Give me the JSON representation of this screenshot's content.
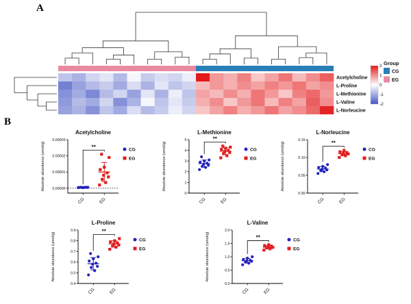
{
  "figure": {
    "panel_a_label": "A",
    "panel_b_label": "B"
  },
  "colors": {
    "cg_marker": "#2222bb",
    "eg_marker": "#e01f1f",
    "group_cg": "#2a7fb8",
    "group_eg": "#e88aa2"
  },
  "chart_data": [
    {
      "type": "heatmap",
      "row_labels": [
        "Acetylcholine",
        "L-Proline",
        "L-Methionine",
        "L-Valine",
        "L-Norleucine"
      ],
      "column_groups": [
        {
          "name": "EG",
          "color": "#e88aa2",
          "n": 10
        },
        {
          "name": "CG",
          "color": "#2a7fb8",
          "n": 10
        }
      ],
      "value_range": [
        -2,
        2
      ],
      "scale_ticks": [
        "2",
        "1",
        "0",
        "-1",
        "-2"
      ],
      "legend_group_title": "Group",
      "legend_entries": [
        {
          "label": "CG",
          "color": "#2a7fb8"
        },
        {
          "label": "EG",
          "color": "#e88aa2"
        }
      ],
      "values": [
        [
          -0.7,
          -0.9,
          -0.5,
          -0.3,
          -0.8,
          -0.1,
          -0.6,
          -0.4,
          -0.5,
          -0.2,
          2.0,
          0.9,
          0.7,
          1.1,
          0.5,
          0.8,
          1.2,
          0.6,
          1.0,
          1.4
        ],
        [
          -1.5,
          -1.1,
          -0.8,
          -0.6,
          -1.0,
          -0.4,
          -0.9,
          -0.3,
          -0.7,
          -0.5,
          0.6,
          0.9,
          0.7,
          1.0,
          0.8,
          1.1,
          0.9,
          1.2,
          0.8,
          1.0
        ],
        [
          -1.3,
          -1.0,
          -1.4,
          -0.8,
          -0.5,
          -1.1,
          -0.3,
          -0.9,
          -0.2,
          -0.7,
          0.8,
          0.6,
          1.0,
          0.7,
          1.2,
          0.9,
          0.5,
          1.1,
          1.3,
          0.9
        ],
        [
          -1.2,
          -0.8,
          -1.0,
          -0.5,
          -1.3,
          -0.9,
          -0.1,
          -0.7,
          -0.3,
          -0.6,
          0.7,
          1.0,
          0.5,
          0.9,
          1.2,
          0.6,
          1.1,
          0.8,
          1.4,
          1.0
        ],
        [
          -1.1,
          -0.9,
          -1.3,
          -0.7,
          -1.0,
          -0.4,
          -0.8,
          -0.6,
          -0.2,
          -0.5,
          0.5,
          0.8,
          1.1,
          0.7,
          0.9,
          1.2,
          0.8,
          1.0,
          1.3,
          1.9
        ]
      ],
      "column_tree": [
        [
          [
            [
              [
                0,
                1,
                0.12
              ],
              2,
              0.22
            ],
            [
              [
                3,
                4,
                0.1
              ],
              5,
              0.18
            ],
            0.32
          ],
          [
            [
              6,
              7,
              0.1
            ],
            [
              8,
              9,
              0.14
            ],
            0.24
          ],
          0.45
        ],
        [
          [
            [
              [
                10,
                11,
                0.1
              ],
              12,
              0.2
            ],
            [
              13,
              14,
              0.12
            ],
            0.3
          ],
          [
            [
              15,
              16,
              0.1
            ],
            [
              [
                17,
                18,
                0.13
              ],
              19,
              0.22
            ],
            0.34
          ],
          0.55
        ],
        1.0
      ],
      "row_tree": [
        0,
        [
          1,
          [
            2,
            [
              3,
              4,
              0.25
            ],
            0.45
          ],
          0.7
        ],
        1.0
      ]
    },
    {
      "type": "scatter",
      "title": "Acetylcholine",
      "ylabel": "Absolute abundance (umol/g)",
      "ylim": [
        -3e-06,
        3e-05
      ],
      "yticks": [
        "0.00000",
        "0.00001",
        "0.00002",
        "0.00003"
      ],
      "categories": [
        "CG",
        "EG"
      ],
      "significance": "**",
      "zero_line_dashed": true,
      "series": [
        {
          "name": "CG",
          "color": "#2222bb",
          "marker": "circle",
          "values": [
            4e-07,
            5e-07,
            6e-07,
            5e-07,
            4e-07,
            6e-07,
            5e-07,
            4e-07,
            6e-07
          ]
        },
        {
          "name": "EG",
          "color": "#e01f1f",
          "marker": "square",
          "values": [
            2e-06,
            3.5e-06,
            5.5e-06,
            7e-06,
            8e-06,
            9.5e-06,
            1.15e-05,
            1.3e-05,
            1.9e-05,
            2.1e-05
          ]
        }
      ]
    },
    {
      "type": "scatter",
      "title": "L-Methionine",
      "ylabel": "Absolute abundance (umol/g)",
      "ylim": [
        0,
        5
      ],
      "yticks": [
        "0",
        "1",
        "2",
        "3",
        "4",
        "5"
      ],
      "categories": [
        "CG",
        "EG"
      ],
      "significance": "**",
      "zero_line_dashed": false,
      "series": [
        {
          "name": "CG",
          "color": "#2222bb",
          "marker": "circle",
          "values": [
            2.2,
            2.4,
            2.5,
            2.6,
            2.7,
            2.8,
            2.9,
            3.0,
            3.1,
            3.4
          ]
        },
        {
          "name": "EG",
          "color": "#e01f1f",
          "marker": "square",
          "values": [
            3.3,
            3.5,
            3.7,
            3.8,
            3.9,
            4.0,
            4.1,
            4.2,
            4.3,
            4.4
          ]
        }
      ]
    },
    {
      "type": "scatter",
      "title": "L-Norleucine",
      "ylabel": "Absolute abundance (umol/g)",
      "ylim": [
        0,
        0.15
      ],
      "yticks": [
        "0.00",
        "0.05",
        "0.10",
        "0.15"
      ],
      "categories": [
        "CG",
        "EG"
      ],
      "significance": "**",
      "zero_line_dashed": false,
      "series": [
        {
          "name": "CG",
          "color": "#2222bb",
          "marker": "circle",
          "values": [
            0.055,
            0.06,
            0.063,
            0.065,
            0.067,
            0.07,
            0.072,
            0.075,
            0.08
          ]
        },
        {
          "name": "EG",
          "color": "#e01f1f",
          "marker": "square",
          "values": [
            0.1,
            0.105,
            0.108,
            0.11,
            0.112,
            0.114,
            0.116,
            0.12
          ]
        }
      ]
    },
    {
      "type": "scatter",
      "title": "L-Proline",
      "ylabel": "Absolute abundance (umol/g)",
      "ylim": [
        0.4,
        0.9
      ],
      "yticks": [
        "0.4",
        "0.5",
        "0.6",
        "0.7",
        "0.8",
        "0.9"
      ],
      "categories": [
        "CG",
        "EG"
      ],
      "significance": "**",
      "zero_line_dashed": false,
      "series": [
        {
          "name": "CG",
          "color": "#2222bb",
          "marker": "circle",
          "values": [
            0.48,
            0.52,
            0.55,
            0.56,
            0.58,
            0.59,
            0.61,
            0.63,
            0.65,
            0.68
          ]
        },
        {
          "name": "EG",
          "color": "#e01f1f",
          "marker": "square",
          "values": [
            0.72,
            0.74,
            0.75,
            0.76,
            0.77,
            0.78,
            0.79,
            0.8,
            0.82
          ]
        }
      ]
    },
    {
      "type": "scatter",
      "title": "L-Valine",
      "ylabel": "Absolute abundance (umol/g)",
      "ylim": [
        0,
        2
      ],
      "yticks": [
        "0.0",
        "0.5",
        "1.0",
        "1.5",
        "2.0"
      ],
      "categories": [
        "CG",
        "EG"
      ],
      "significance": "**",
      "zero_line_dashed": false,
      "series": [
        {
          "name": "CG",
          "color": "#2222bb",
          "marker": "circle",
          "values": [
            0.7,
            0.76,
            0.8,
            0.83,
            0.85,
            0.87,
            0.9,
            0.95,
            1.0
          ]
        },
        {
          "name": "EG",
          "color": "#e01f1f",
          "marker": "square",
          "values": [
            1.25,
            1.3,
            1.33,
            1.35,
            1.37,
            1.4,
            1.42,
            1.45
          ]
        }
      ]
    }
  ]
}
